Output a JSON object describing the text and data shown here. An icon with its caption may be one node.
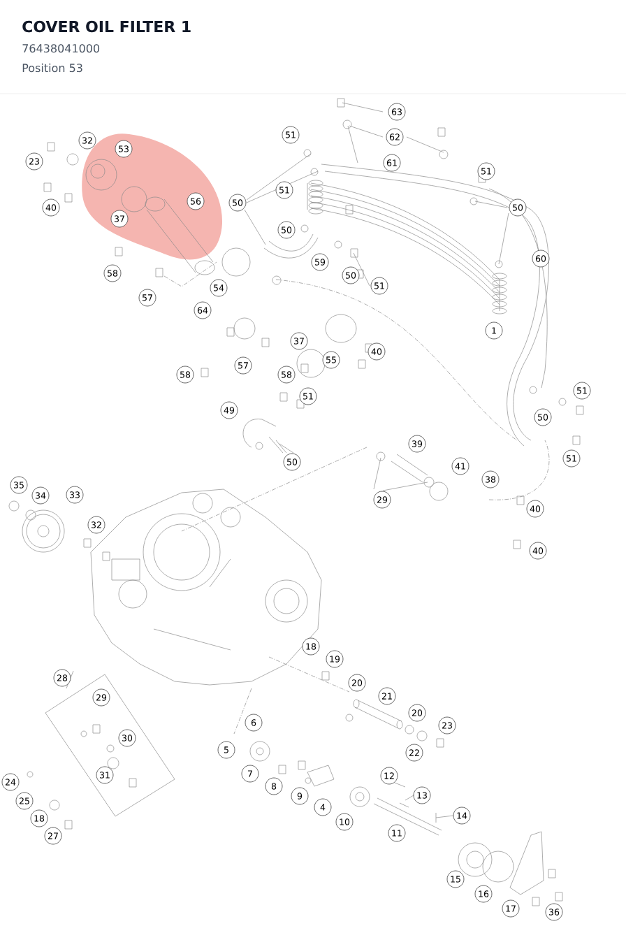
{
  "diagram": {
    "title": "COVER OIL FILTER 1",
    "labels": [
      "76438041000",
      "Position 53",
      "63",
      "51",
      "62",
      "32",
      "53",
      "23",
      "61",
      "51",
      "51",
      "50",
      "56",
      "40",
      "50",
      "37",
      "50",
      "60",
      "59",
      "58",
      "50",
      "51",
      "54",
      "57",
      "64",
      "1",
      "37",
      "40",
      "55",
      "57",
      "58",
      "58",
      "51",
      "51",
      "49",
      "50",
      "51",
      "50",
      "39",
      "41",
      "38",
      "35",
      "34",
      "33",
      "29",
      "40",
      "32",
      "40",
      "18",
      "19",
      "28",
      "20",
      "21",
      "29",
      "20",
      "23",
      "6",
      "30",
      "5",
      "22",
      "12",
      "7",
      "31",
      "24",
      "8",
      "13",
      "9",
      "25",
      "4",
      "14",
      "18",
      "10",
      "11",
      "27",
      "15",
      "16",
      "17",
      "36"
    ]
  }
}
